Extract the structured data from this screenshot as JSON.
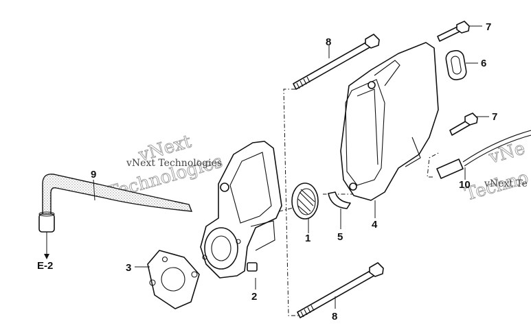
{
  "diagram": {
    "callouts": {
      "c1": "1",
      "c2": "2",
      "c3": "3",
      "c4": "4",
      "c5": "5",
      "c6": "6",
      "c7a": "7",
      "c7b": "7",
      "c8a": "8",
      "c8b": "8",
      "c9": "9",
      "c10": "10",
      "ref": "E-2"
    },
    "watermarks": {
      "left_small": "vNext Technologies",
      "left_big_1": "vNext",
      "left_big_2": "Technologies",
      "right_small": "vNext Te",
      "right_big_1": "vNe",
      "right_big_2": "Techno"
    }
  }
}
